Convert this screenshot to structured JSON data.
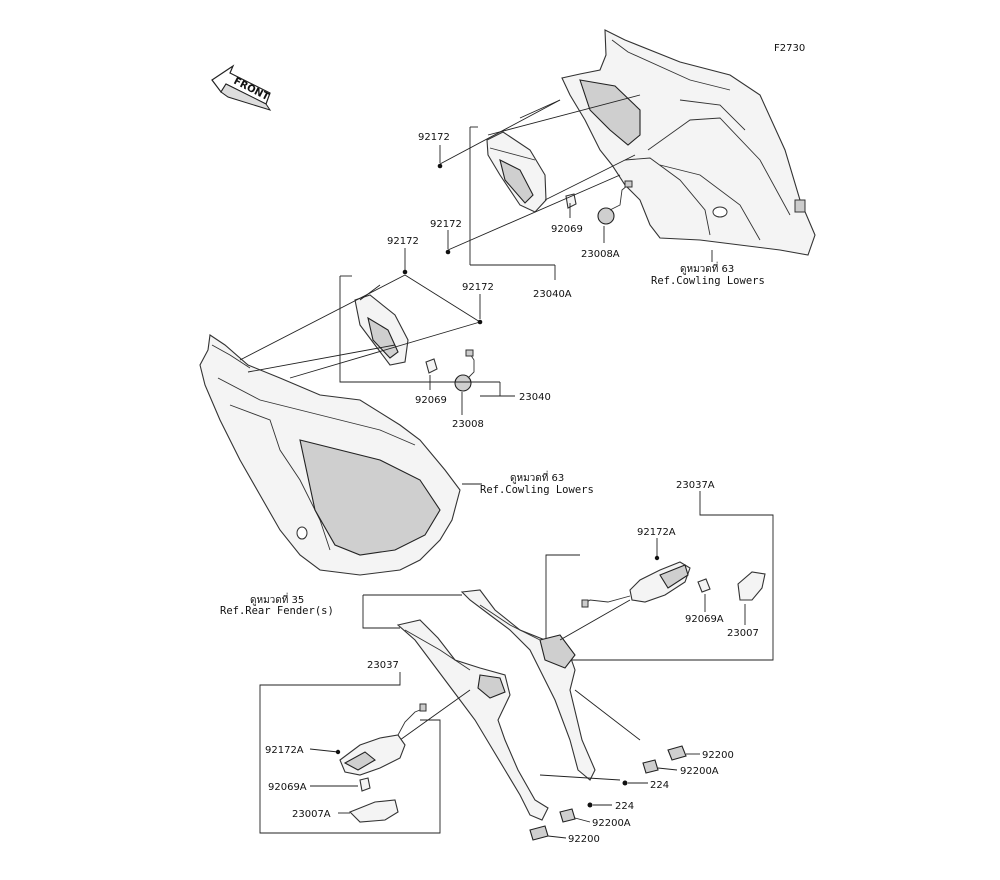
{
  "figure_code": "F2730",
  "front_label": "FRONT",
  "labels": {
    "p92172_a": "92172",
    "p92172_b": "92172",
    "p92172_c": "92172",
    "p92172_d": "92172",
    "p92069_a": "92069",
    "p23008a": "23008A",
    "p23040a": "23040A",
    "p92069_b": "92069",
    "p23008": "23008",
    "p23040": "23040",
    "p23037a": "23037A",
    "p92172a_upper": "92172A",
    "p92069a_upper": "92069A",
    "p23007": "23007",
    "p23037": "23037",
    "p92172a_lower": "92172A",
    "p92069a_lower": "92069A",
    "p23007a": "23007A",
    "p92200_a": "92200",
    "p92200a_a": "92200A",
    "p224_a": "224",
    "p224_b": "224",
    "p92200a_b": "92200A",
    "p92200_b": "92200"
  },
  "refs": {
    "cowling_upper_thai": "ดูหมวดที่ 63",
    "cowling_upper_en": "Ref.Cowling Lowers",
    "cowling_lower_thai": "ดูหมวดที่ 63",
    "cowling_lower_en": "Ref.Cowling Lowers",
    "fender_thai": "ดูหมวดที่ 35",
    "fender_en": "Ref.Rear Fender(s)"
  }
}
